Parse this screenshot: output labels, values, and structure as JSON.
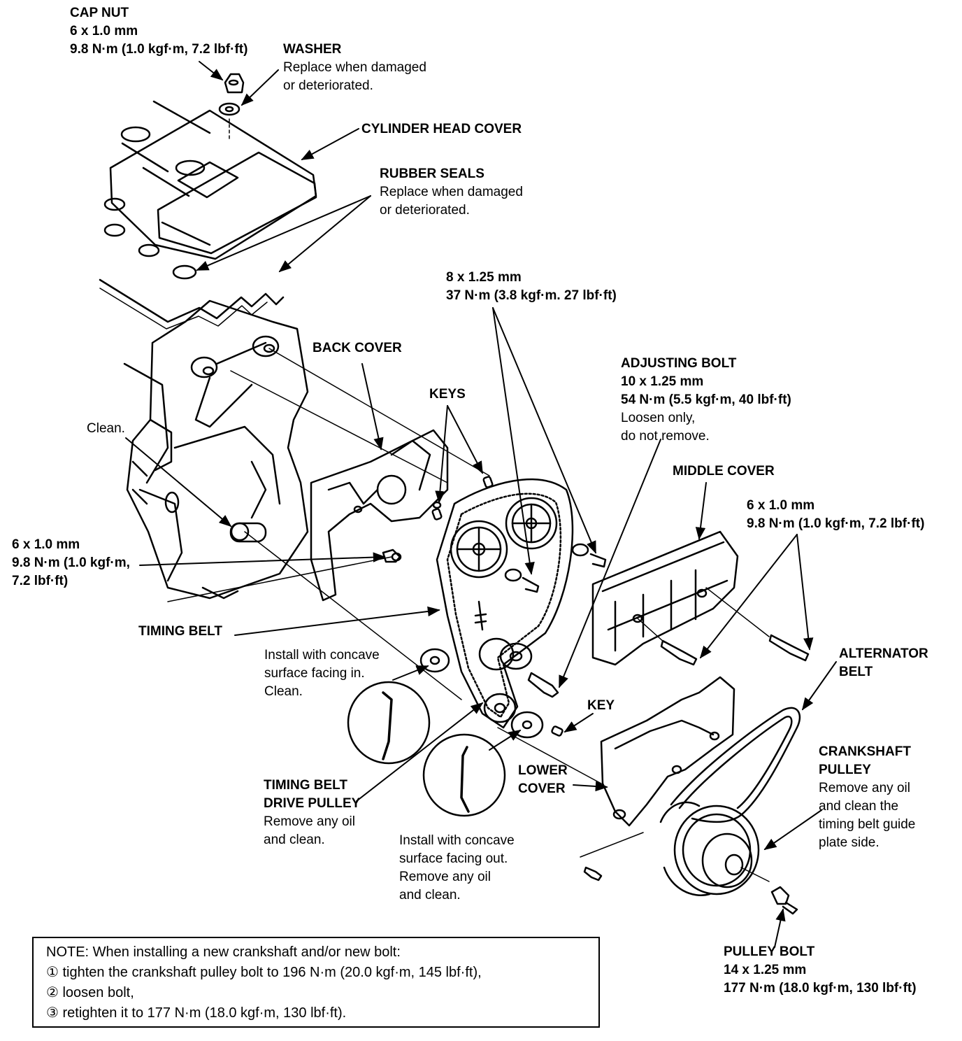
{
  "labels": {
    "cap_nut": {
      "title": "CAP NUT",
      "lines": [
        "6 x 1.0 mm",
        "9.8 N·m (1.0 kgf·m, 7.2 lbf·ft)"
      ]
    },
    "washer": {
      "title": "WASHER",
      "lines": [
        "Replace when damaged",
        "or deteriorated."
      ]
    },
    "cylinder_head_cover": {
      "title": "CYLINDER HEAD COVER"
    },
    "rubber_seals": {
      "title": "RUBBER SEALS",
      "lines": [
        "Replace when damaged",
        "or deteriorated."
      ]
    },
    "cam_bolt": {
      "lines": [
        "8 x 1.25 mm",
        "37 N·m (3.8 kgf·m. 27 lbf·ft)"
      ]
    },
    "back_cover": {
      "title": "BACK COVER"
    },
    "keys": {
      "title": "KEYS"
    },
    "adjusting_bolt": {
      "title": "ADJUSTING BOLT",
      "lines": [
        "10 x 1.25 mm",
        "54 N·m (5.5 kgf·m, 40 lbf·ft)",
        "Loosen only,",
        "do not remove."
      ]
    },
    "clean": {
      "text": "Clean."
    },
    "middle_cover": {
      "title": "MIDDLE COVER"
    },
    "mid_cover_bolt": {
      "lines": [
        "6 x 1.0 mm",
        "9.8 N·m (1.0 kgf·m, 7.2 lbf·ft)"
      ]
    },
    "back_cover_bolt": {
      "lines": [
        "6 x 1.0 mm",
        "9.8 N·m (1.0 kgf·m,",
        "7.2 lbf·ft)"
      ]
    },
    "timing_belt": {
      "title": "TIMING BELT"
    },
    "guide_in": {
      "lines": [
        "Install with concave",
        "surface facing in.",
        "Clean."
      ]
    },
    "alternator_belt": {
      "lines": [
        "ALTERNATOR",
        "BELT"
      ]
    },
    "key": {
      "title": "KEY"
    },
    "crankshaft_pulley": {
      "lines": [
        "CRANKSHAFT",
        "PULLEY"
      ],
      "notes": [
        "Remove any oil",
        "and clean the",
        "timing belt guide",
        "plate side."
      ]
    },
    "lower_cover": {
      "lines": [
        "LOWER",
        "COVER"
      ]
    },
    "drive_pulley": {
      "lines": [
        "TIMING BELT",
        "DRIVE PULLEY"
      ],
      "notes": [
        "Remove any oil",
        "and clean."
      ]
    },
    "guide_out": {
      "lines": [
        "Install with concave",
        "surface facing out.",
        "Remove any oil",
        "and clean."
      ]
    },
    "pulley_bolt": {
      "title": "PULLEY BOLT",
      "lines": [
        "14 x 1.25 mm",
        "177 N·m (18.0 kgf·m, 130 lbf·ft)"
      ]
    }
  },
  "note_box": {
    "heading": "NOTE:  When installing a new crankshaft and/or new bolt:",
    "steps": [
      "① tighten the crankshaft pulley bolt to 196 N·m (20.0 kgf·m, 145 lbf·ft),",
      "② loosen bolt,",
      "③ retighten it to 177 N·m (18.0 kgf·m, 130 lbf·ft)."
    ]
  }
}
